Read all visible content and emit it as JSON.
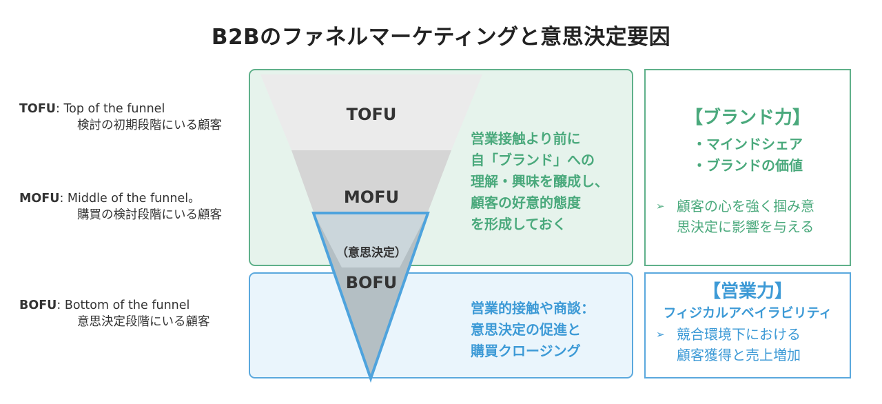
{
  "title": "B2Bのファネルマーケティングと意思決定要因",
  "stages": [
    {
      "abbr": "TOFU",
      "en": ": Top of the funnel",
      "ja": "検討の初期段階にいる顧客"
    },
    {
      "abbr": "MOFU",
      "en": ": Middle of the funnel。",
      "ja": "購買の検討段階にいる顧客"
    },
    {
      "abbr": "BOFU",
      "en": ": Bottom of the funnel",
      "ja": "意思決定段階にいる顧客"
    }
  ],
  "funnel": {
    "tofu": "TOFU",
    "mofu": "MOFU",
    "decision": "（意思決定）",
    "bofu": "BOFU"
  },
  "upper_text": [
    "営業接触より前に",
    "自「ブランド」への",
    "理解・興味を醸成し、",
    "顧客の好意的態度",
    "を形成しておく"
  ],
  "lower_text": [
    "営業的接触や商談：",
    "意思決定の促進と",
    "購買クロージング"
  ],
  "brand": {
    "title": "【ブランド力】",
    "items": [
      "・マインドシェア",
      "・ブランドの価値"
    ],
    "bullet_marker": "➢",
    "bullet": [
      "顧客の心を強く掴み意",
      "思決定に影響を与える"
    ]
  },
  "sales": {
    "title": "【営業力】",
    "subtitle": "フィジカルアベイラビリティ",
    "bullet_marker": "➢",
    "bullet": [
      "競合環境下における",
      "顧客獲得と売上増加"
    ]
  },
  "colors": {
    "green": "#4aa97c",
    "blue": "#3d9ad6",
    "tofu_fill": "#ebebeb",
    "mofu_fill": "#d5d5d5",
    "bofu_fill": "#b4bfc4"
  }
}
